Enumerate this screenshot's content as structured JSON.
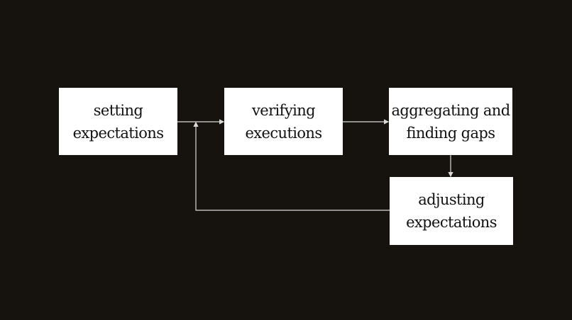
{
  "diagram": {
    "background": "#16130f",
    "line_color": "#d9d9d9",
    "nodes": [
      {
        "id": "setting",
        "lines": [
          "setting",
          "expectations"
        ]
      },
      {
        "id": "verifying",
        "lines": [
          "verifying",
          "executions"
        ]
      },
      {
        "id": "aggregating",
        "lines": [
          "aggregating and",
          "finding gaps"
        ]
      },
      {
        "id": "adjusting",
        "lines": [
          "adjusting",
          "expectations"
        ]
      }
    ],
    "edges": [
      {
        "from": "setting",
        "to": "verifying"
      },
      {
        "from": "verifying",
        "to": "aggregating"
      },
      {
        "from": "aggregating",
        "to": "adjusting"
      },
      {
        "from": "adjusting",
        "to": "verifying",
        "via": "feedback loop"
      }
    ]
  }
}
